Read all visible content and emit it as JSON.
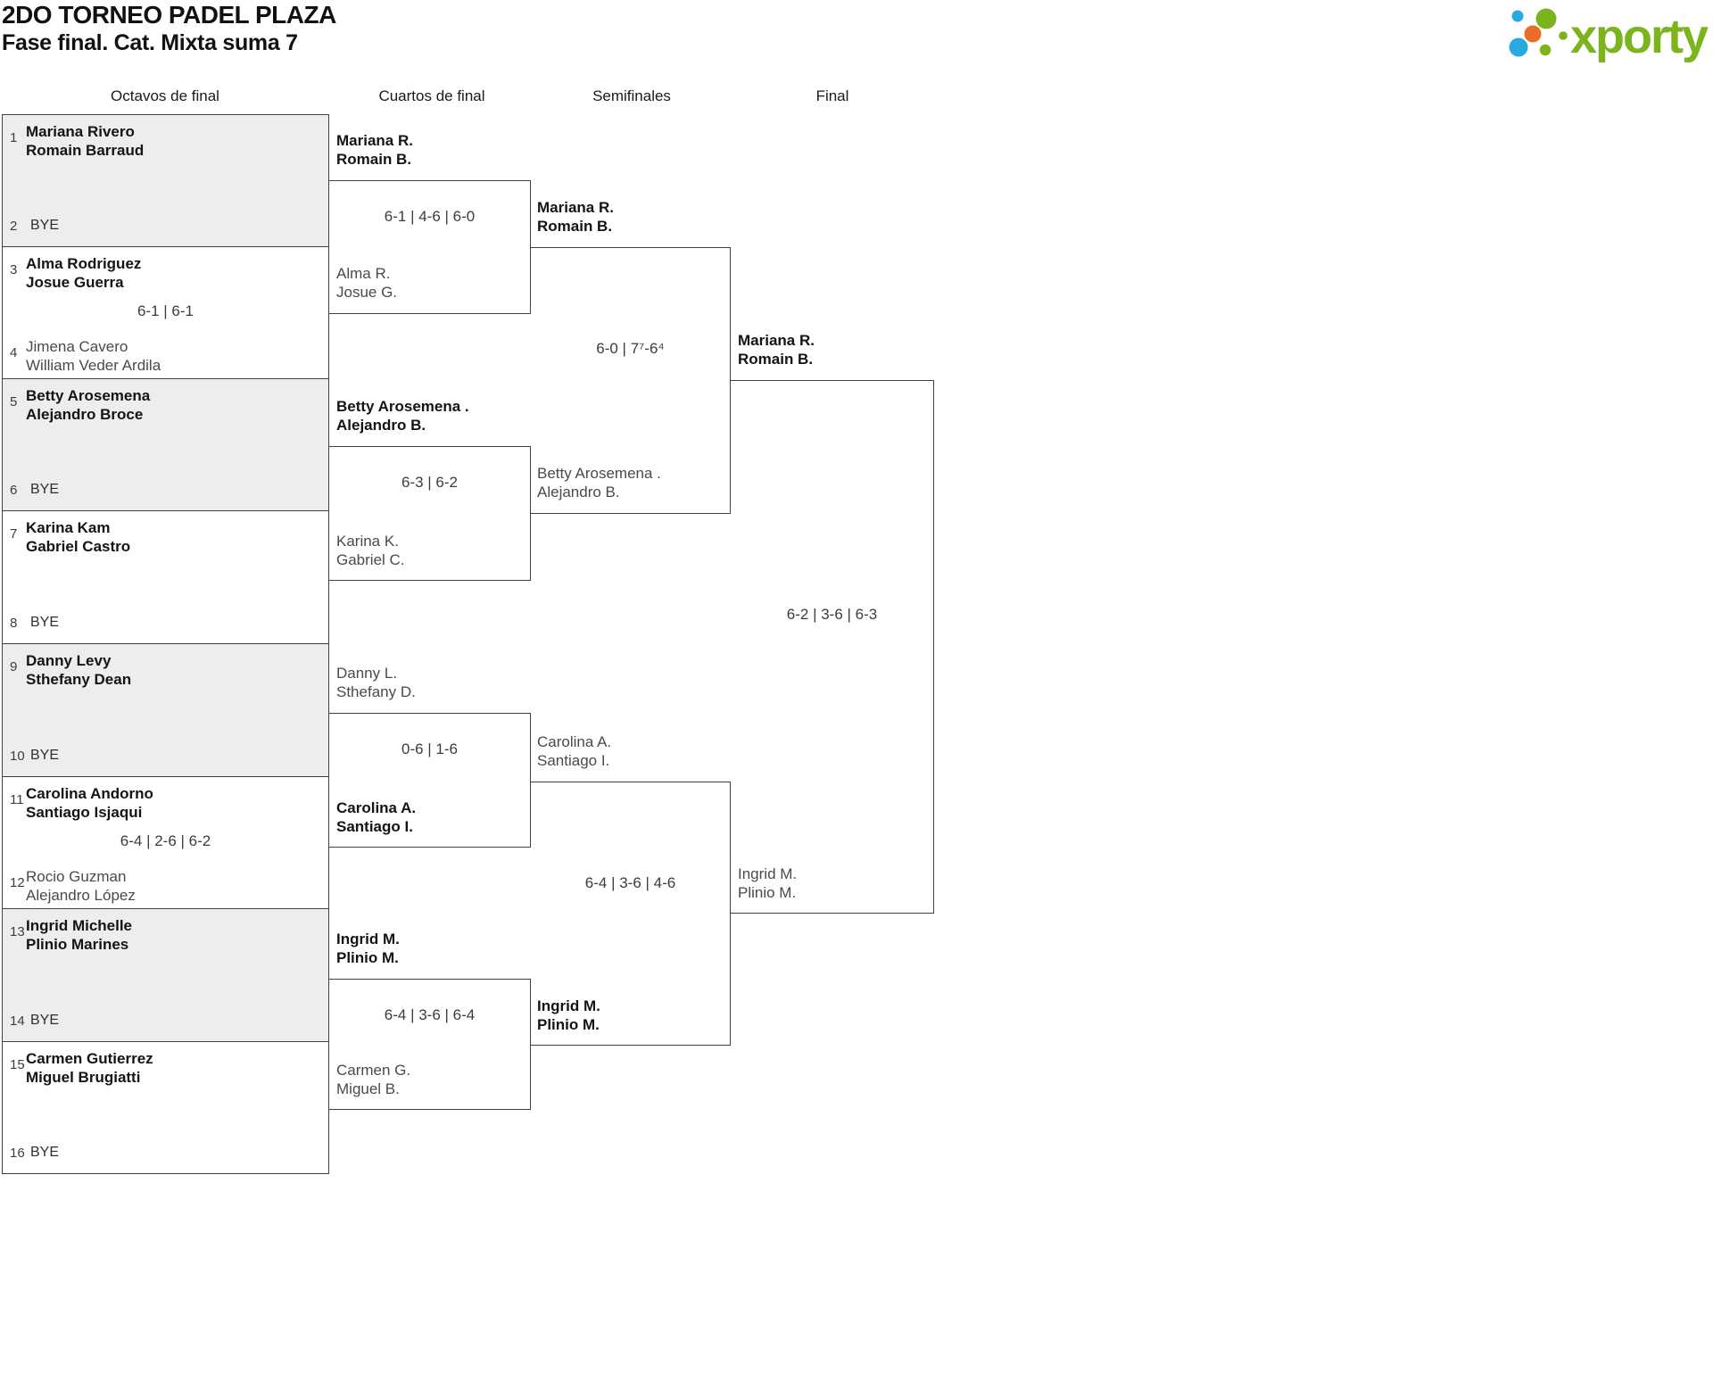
{
  "header": {
    "title": "2DO TORNEO PADEL PLAZA",
    "subtitle": "Fase final. Cat. Mixta suma 7"
  },
  "logo": {
    "text": "xporty",
    "green": "#7cb41e",
    "blue": "#2aa9e0",
    "orange": "#eb6c24"
  },
  "rounds": [
    "Octavos de final",
    "Cuartos de final",
    "Semifinales",
    "Final"
  ],
  "bracket": {
    "r16": [
      {
        "seed_a": "1",
        "a1": "Mariana Rivero",
        "a2": "Romain Barraud",
        "seed_b": "2",
        "b1": "BYE",
        "score": ""
      },
      {
        "seed_a": "3",
        "a1": "Alma Rodriguez",
        "a2": "Josue Guerra",
        "seed_b": "4",
        "b1": "Jimena Cavero",
        "b2": "William Veder Ardila",
        "score": "6-1 | 6-1"
      },
      {
        "seed_a": "5",
        "a1": "Betty Arosemena",
        "a2": "Alejandro Broce",
        "seed_b": "6",
        "b1": "BYE",
        "score": ""
      },
      {
        "seed_a": "7",
        "a1": "Karina Kam",
        "a2": "Gabriel Castro",
        "seed_b": "8",
        "b1": "BYE",
        "score": ""
      },
      {
        "seed_a": "9",
        "a1": "Danny Levy",
        "a2": "Sthefany Dean",
        "seed_b": "10",
        "b1": "BYE",
        "score": ""
      },
      {
        "seed_a": "11",
        "a1": "Carolina Andorno",
        "a2": "Santiago Isjaqui",
        "seed_b": "12",
        "b1": "Rocio Guzman",
        "b2": "Alejandro López",
        "score": "6-4 | 2-6 | 6-2"
      },
      {
        "seed_a": "13",
        "a1": "Ingrid Michelle",
        "a2": "Plinio Marines",
        "seed_b": "14",
        "b1": "BYE",
        "score": ""
      },
      {
        "seed_a": "15",
        "a1": "Carmen Gutierrez",
        "a2": "Miguel Brugiatti",
        "seed_b": "16",
        "b1": "BYE",
        "score": ""
      }
    ],
    "qf": [
      {
        "a1": "Mariana R.",
        "a2": "Romain B.",
        "b1": "Alma R.",
        "b2": "Josue G.",
        "score": "6-1 | 4-6 | 6-0"
      },
      {
        "a1": "Betty Arosemena .",
        "a2": "Alejandro B.",
        "b1": "Karina K.",
        "b2": "Gabriel C.",
        "score": "6-3 | 6-2"
      },
      {
        "a1": "Danny L.",
        "a2": "Sthefany D.",
        "b1": "Carolina A.",
        "b2": "Santiago I.",
        "score": "0-6 | 1-6"
      },
      {
        "a1": "Ingrid M.",
        "a2": "Plinio M.",
        "b1": "Carmen G.",
        "b2": "Miguel B.",
        "score": "6-4 | 3-6 | 6-4"
      }
    ],
    "sf": [
      {
        "a1": "Mariana R.",
        "a2": "Romain B.",
        "b1": "Betty Arosemena .",
        "b2": "Alejandro B.",
        "score": "6-0 | 7⁷-6⁴"
      },
      {
        "a1": "Carolina A.",
        "a2": "Santiago I.",
        "b1": "Ingrid M.",
        "b2": "Plinio M.",
        "score": "6-4 | 3-6 | 4-6"
      }
    ],
    "final": {
      "a1": "Mariana R.",
      "a2": "Romain B.",
      "b1": "Ingrid M.",
      "b2": "Plinio M.",
      "score": "6-2 | 3-6 | 6-3"
    }
  }
}
